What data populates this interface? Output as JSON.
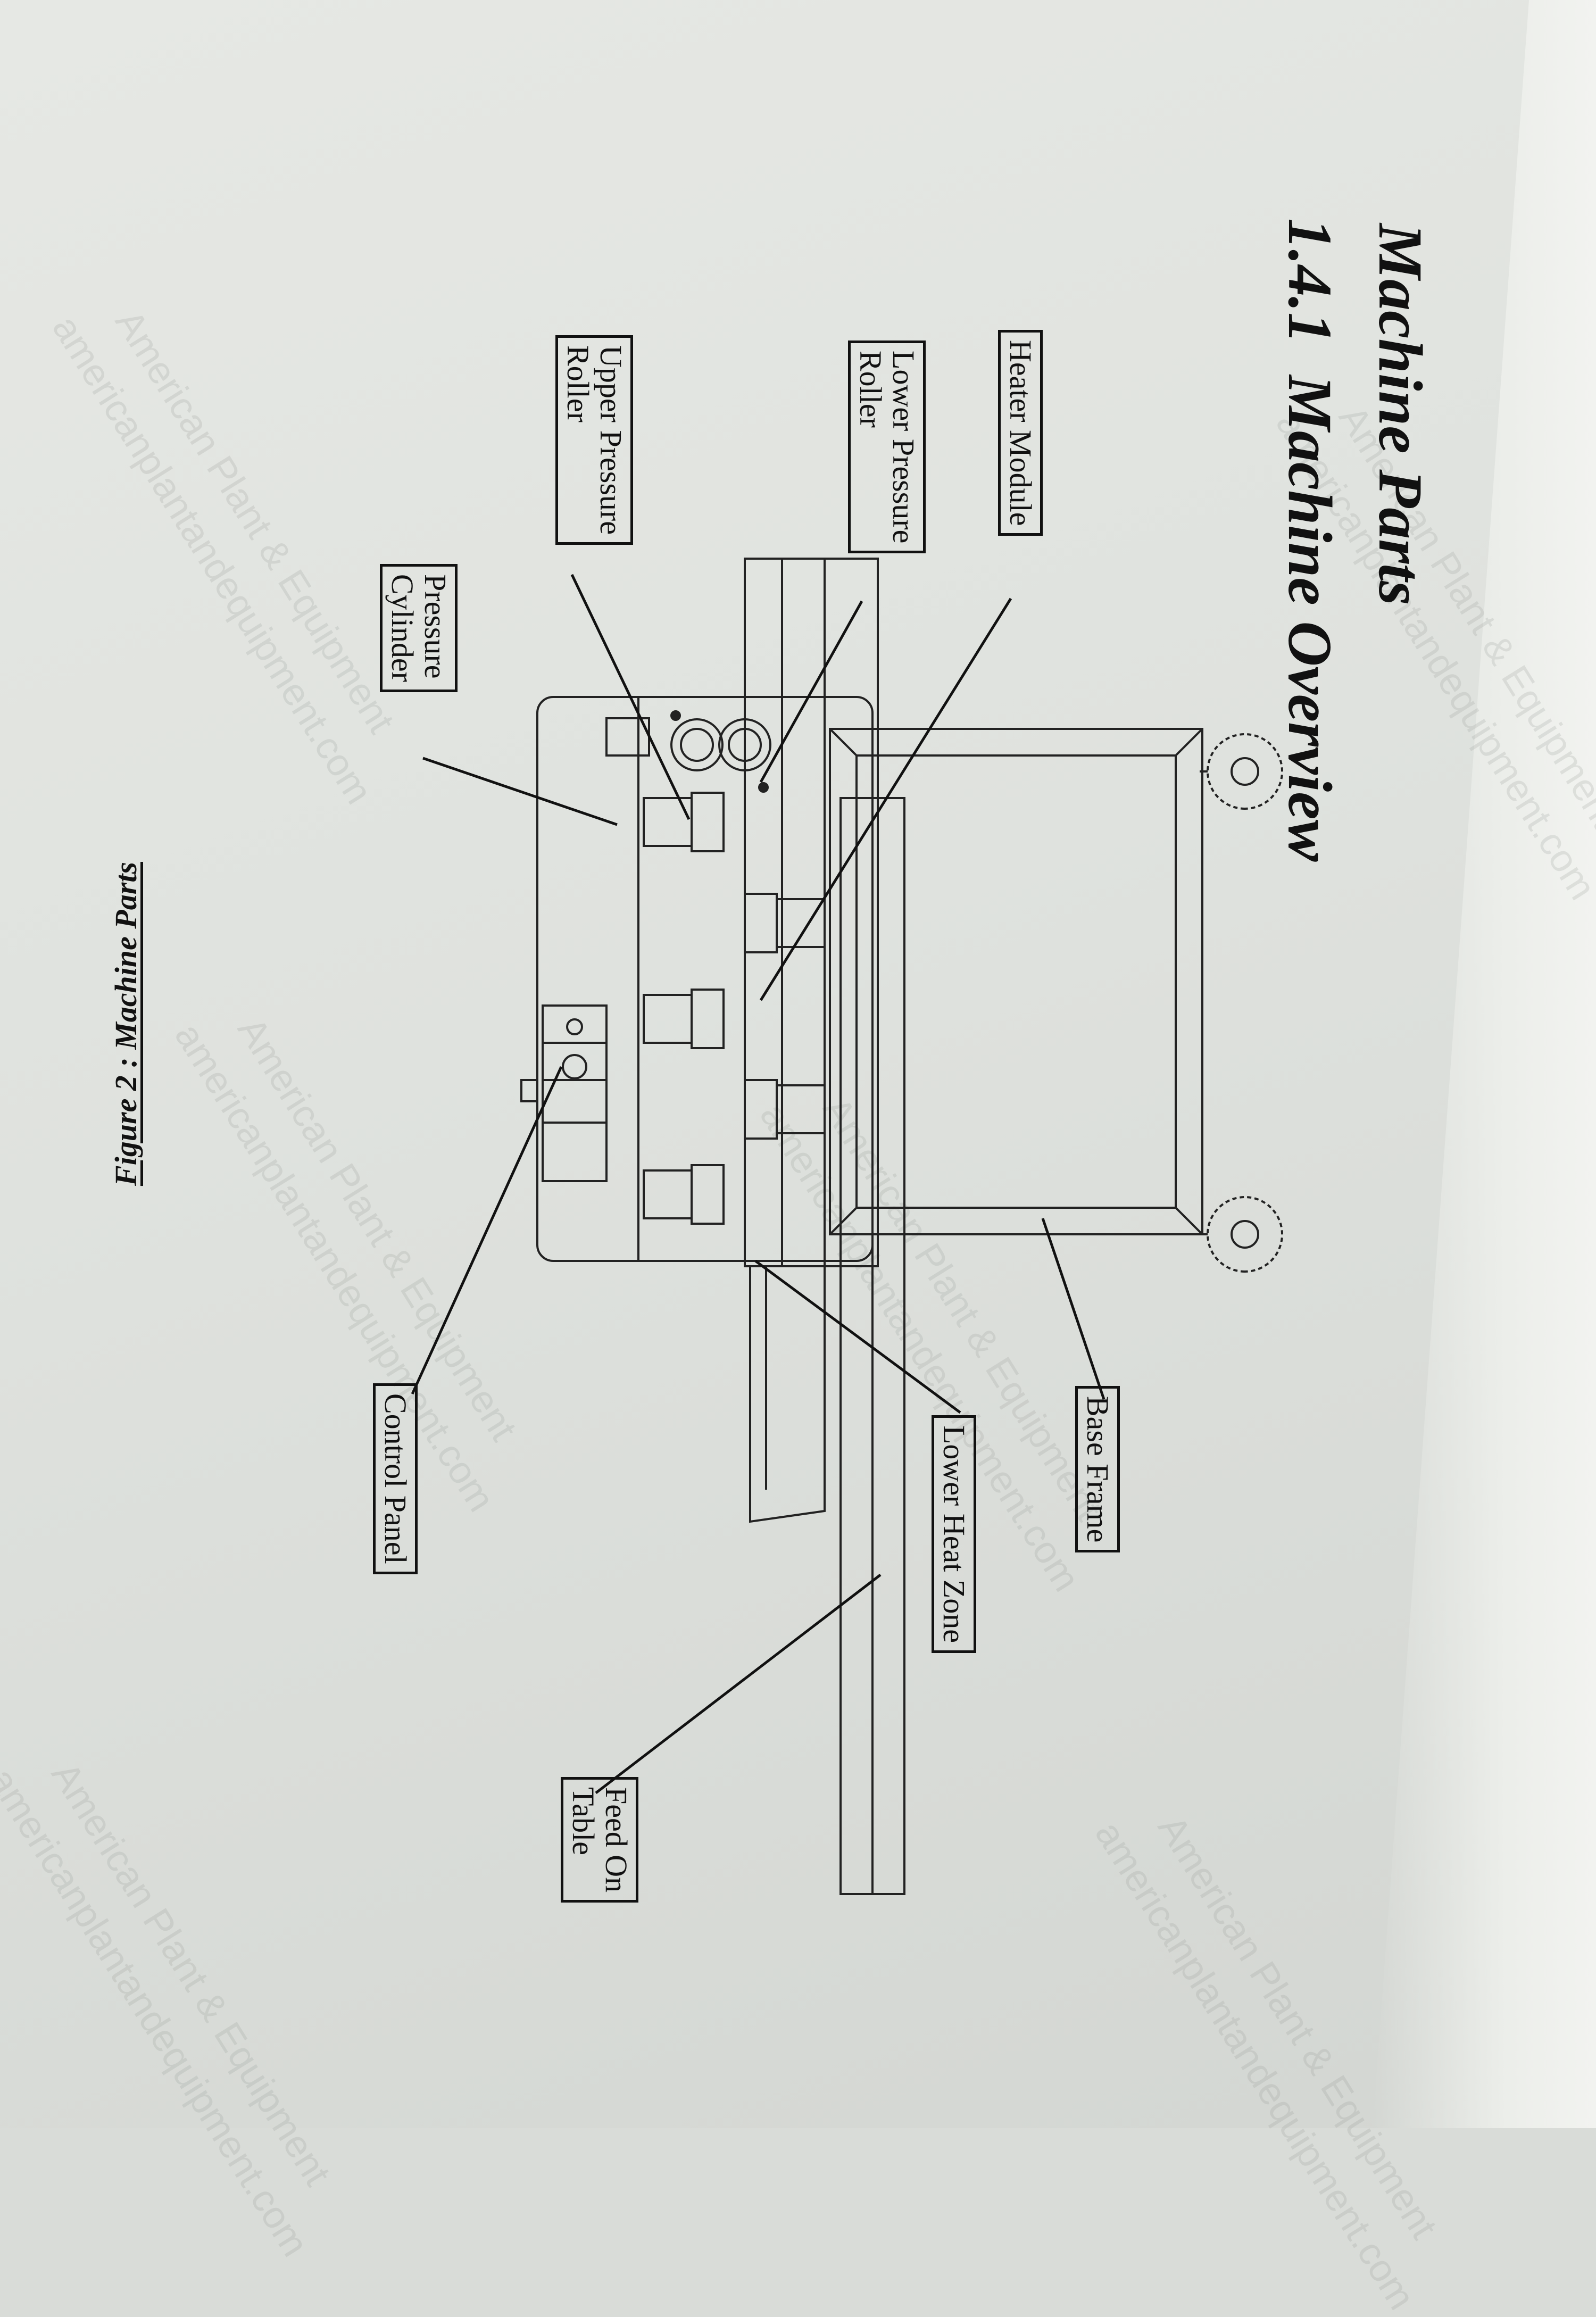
{
  "heading": "Machine Parts",
  "subheading": "1.4.1  Machine Overview",
  "labels": {
    "pressure_cylinder": "Pressure\nCylinder",
    "upper_pressure_roller": "Upper Pressure\nRoller",
    "lower_pressure_roller": "Lower Pressure\nRoller",
    "heater_module": "Heater Module",
    "control_panel": "Control Panel",
    "lower_heat_zone": "Lower Heat Zone",
    "base_frame": "Base Frame",
    "feed_on_table": "Feed On\nTable"
  },
  "caption": "Figure 2 : Machine Parts",
  "watermark_text": [
    "American Plant & Equipment",
    "americanplantandequipment.com"
  ]
}
